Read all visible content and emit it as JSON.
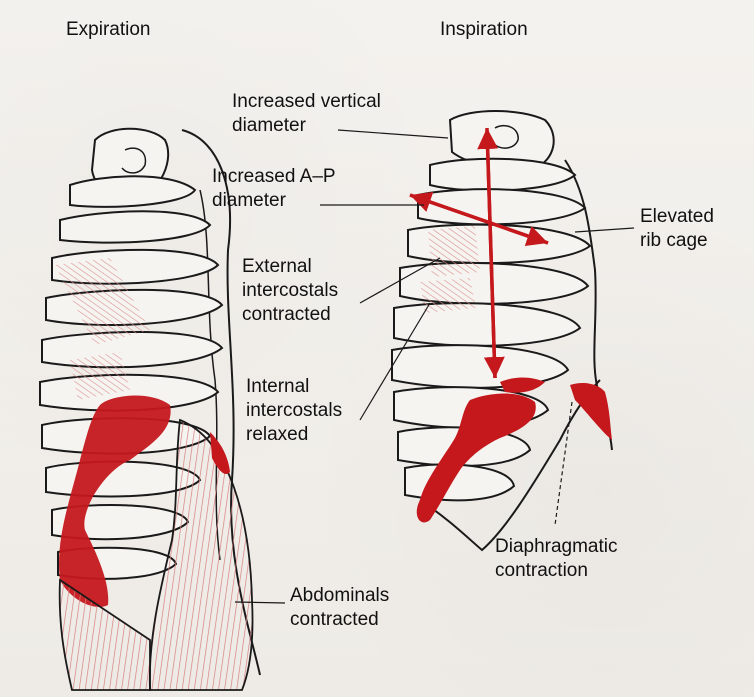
{
  "labels": {
    "expiration": "Expiration",
    "inspiration": "Inspiration",
    "increased_vertical_diameter": "Increased vertical\ndiameter",
    "increased_ap_diameter": "Increased A–P\ndiameter",
    "external_intercostals": "External\nintercostals\ncontracted",
    "internal_intercostals": "Internal\nintercostals\nrelaxed",
    "elevated_rib_cage": "Elevated\nrib cage",
    "diaphragmatic_contraction": "Diaphragmatic\ncontraction",
    "abdominals_contracted": "Abdominals\ncontracted"
  },
  "colors": {
    "muscle_red": "#c4181d",
    "muscle_pink": "#e7a1a0",
    "outline": "#1a1a1a",
    "paper": "#f3f1ed"
  }
}
